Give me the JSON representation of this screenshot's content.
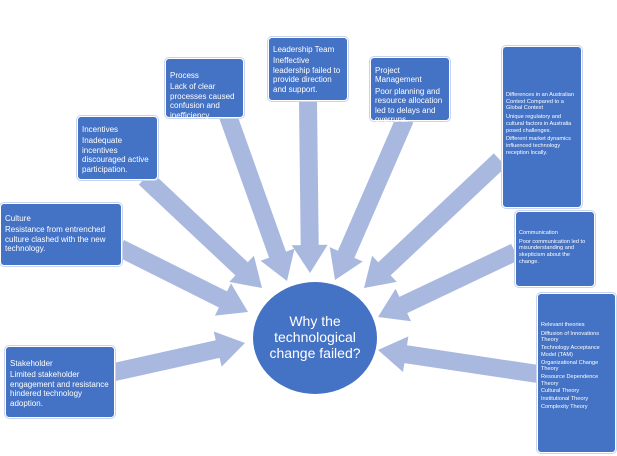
{
  "central_question": "Why the technological change failed?",
  "colors": {
    "box": "#4472c4",
    "arrow": "#a9b8df",
    "background": "#ffffff"
  },
  "nodes": [
    {
      "title": "Stakeholder",
      "text": "Limited stakeholder engagement and resistance hindered technology adoption."
    },
    {
      "title": "Culture",
      "text": "Resistance from entrenched culture clashed with the new technology."
    },
    {
      "title": "Incentives",
      "text": "Inadequate incentives discouraged active participation."
    },
    {
      "title": "Process",
      "text": "Lack of clear processes caused confusion and inefficiency."
    },
    {
      "title": "Leadership Team",
      "text": "Ineffective leadership failed to provide direction and support."
    },
    {
      "title": "Project Management",
      "text": "Poor planning and resource allocation led to delays and overruns."
    },
    {
      "title": "Differences in an Australian Context Compared to a Global Context",
      "text": "Unique regulatory and cultural factors in Australia posed challenges.",
      "extra": "Different market dynamics influenced technology reception locally."
    },
    {
      "title": "Communication",
      "text": "Poor communication led to misunderstanding and skepticism about the change."
    },
    {
      "title": "Relevant theories",
      "items": [
        "Diffusion of Innovations Theory",
        "Technology Acceptance Model (TAM)",
        "Organizational Change Theory",
        "Resource Dependence Theory",
        "Cultural Theory",
        "Institutional Theory",
        "Complexity Theory"
      ]
    }
  ]
}
